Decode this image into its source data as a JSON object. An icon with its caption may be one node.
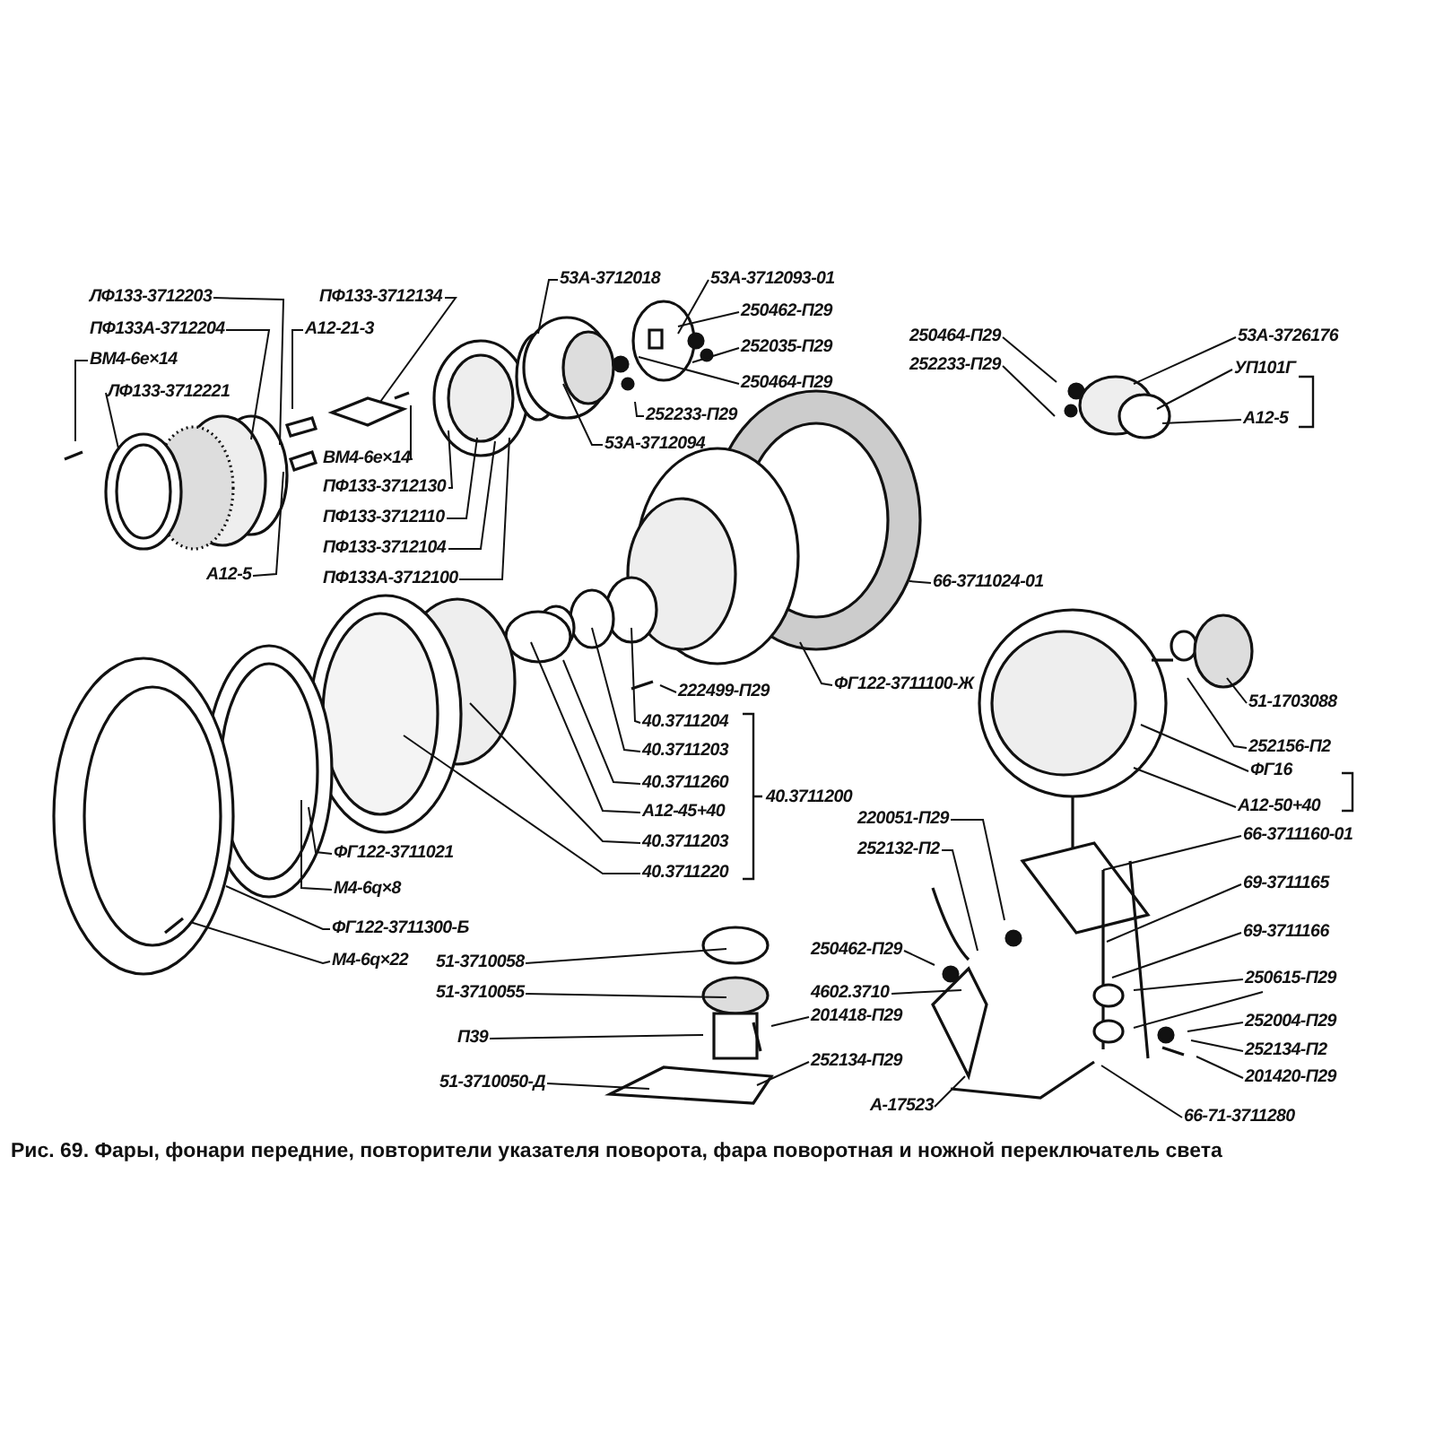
{
  "diagram": {
    "caption": "Рис. 69. Фары, фонари передние, повторители указателя поворота, фара поворотная и ножной переключатель света",
    "nodes": [
      {
        "text": [
          "ЛФ133-3712203"
        ]
      },
      {
        "text": [
          "ПФ133А-3712204"
        ]
      },
      {
        "text": [
          "ВМ4-6е×14"
        ]
      },
      {
        "text": [
          "ЛФ133-3712221"
        ]
      },
      {
        "text": [
          "А12-21-3"
        ]
      },
      {
        "text": [
          "ПФ133-3712134"
        ]
      },
      {
        "text": [
          "ВМ4-6е×14"
        ]
      },
      {
        "text": [
          "ПФ133-3712130"
        ]
      },
      {
        "text": [
          "ПФ133-3712110"
        ]
      },
      {
        "text": [
          "ПФ133-3712104"
        ]
      },
      {
        "text": [
          "ПФ133А-3712100"
        ]
      },
      {
        "text": [
          "А12-5"
        ]
      },
      {
        "text": [
          "53А-3712018"
        ]
      },
      {
        "text": [
          "53А-3712093-01"
        ]
      },
      {
        "text": [
          "250462-П29"
        ]
      },
      {
        "text": [
          "252035-П29"
        ]
      },
      {
        "text": [
          "250464-П29"
        ]
      },
      {
        "text": [
          "252233-П29"
        ]
      },
      {
        "text": [
          "53А-3712094"
        ]
      },
      {
        "text": [
          "250464-П29"
        ]
      },
      {
        "text": [
          "252233-П29"
        ]
      },
      {
        "text": [
          "53А-3726176"
        ]
      },
      {
        "text": [
          "УП101Г"
        ]
      },
      {
        "text": [
          "А12-5"
        ]
      },
      {
        "text": [
          "66-3711024-01"
        ]
      },
      {
        "text": [
          "222499-П29"
        ]
      },
      {
        "text": [
          "40.3711204"
        ]
      },
      {
        "text": [
          "40.3711203"
        ]
      },
      {
        "text": [
          "40.3711260"
        ]
      },
      {
        "text": [
          "А12-45+40"
        ]
      },
      {
        "text": [
          "40.3711203"
        ]
      },
      {
        "text": [
          "40.3711220"
        ]
      },
      {
        "text": [
          "40.3711200"
        ]
      },
      {
        "text": [
          "ФГ122-3711100-Ж"
        ]
      },
      {
        "text": [
          "ФГ122-3711021"
        ]
      },
      {
        "text": [
          "М4-6q×8"
        ]
      },
      {
        "text": [
          "ФГ122-3711300-Б"
        ]
      },
      {
        "text": [
          "М4-6q×22"
        ]
      },
      {
        "text": [
          "51-3710058"
        ]
      },
      {
        "text": [
          "51-3710055"
        ]
      },
      {
        "text": [
          "П39"
        ]
      },
      {
        "text": [
          "51-3710050-Д"
        ]
      },
      {
        "text": [
          "201418-П29"
        ]
      },
      {
        "text": [
          "252134-П29"
        ]
      },
      {
        "text": [
          "4602.3710"
        ]
      },
      {
        "text": [
          "250462-П29"
        ]
      },
      {
        "text": [
          "220051-П29"
        ]
      },
      {
        "text": [
          "252132-П2"
        ]
      },
      {
        "text": [
          "А-17523"
        ]
      },
      {
        "text": [
          "51-1703088"
        ]
      },
      {
        "text": [
          "252156-П2"
        ]
      },
      {
        "text": [
          "ФГ16"
        ]
      },
      {
        "text": [
          "А12-50+40"
        ]
      },
      {
        "text": [
          "66-3711160-01"
        ]
      },
      {
        "text": [
          "69-3711165"
        ]
      },
      {
        "text": [
          "69-3711166"
        ]
      },
      {
        "text": [
          "250615-П29"
        ]
      },
      {
        "text": [
          "252004-П29"
        ]
      },
      {
        "text": [
          "252134-П2"
        ]
      },
      {
        "text": [
          "201420-П29"
        ]
      },
      {
        "text": [
          "66-71-3711280"
        ]
      }
    ],
    "edges": [
      {
        "from": 0,
        "to": null,
        "arrow": "none"
      },
      {
        "from": 1,
        "to": null,
        "arrow": "none"
      },
      {
        "from": 2,
        "to": null,
        "arrow": "none"
      },
      {
        "from": 3,
        "to": null,
        "arrow": "none"
      },
      {
        "from": 4,
        "to": null,
        "arrow": "none"
      },
      {
        "from": 5,
        "to": null,
        "arrow": "none"
      },
      {
        "from": 6,
        "to": null,
        "arrow": "none"
      },
      {
        "from": 7,
        "to": null,
        "arrow": "none"
      },
      {
        "from": 8,
        "to": null,
        "arrow": "none"
      },
      {
        "from": 9,
        "to": null,
        "arrow": "none"
      },
      {
        "from": 10,
        "to": null,
        "arrow": "none"
      },
      {
        "from": 11,
        "to": null,
        "arrow": "none"
      },
      {
        "from": 12,
        "to": null,
        "arrow": "none"
      },
      {
        "from": 13,
        "to": null,
        "arrow": "none"
      },
      {
        "from": 14,
        "to": null,
        "arrow": "none"
      },
      {
        "from": 15,
        "to": null,
        "arrow": "none"
      },
      {
        "from": 16,
        "to": null,
        "arrow": "none"
      },
      {
        "from": 17,
        "to": null,
        "arrow": "none"
      },
      {
        "from": 18,
        "to": null,
        "arrow": "none"
      },
      {
        "from": 19,
        "to": null,
        "arrow": "none"
      },
      {
        "from": 20,
        "to": null,
        "arrow": "none"
      },
      {
        "from": 21,
        "to": null,
        "arrow": "none"
      },
      {
        "from": 22,
        "to": null,
        "arrow": "none"
      },
      {
        "from": 23,
        "to": null,
        "arrow": "none"
      },
      {
        "from": 24,
        "to": null,
        "arrow": "none"
      },
      {
        "from": 25,
        "to": null,
        "arrow": "none"
      },
      {
        "from": 26,
        "to": null,
        "arrow": "none"
      },
      {
        "from": 27,
        "to": null,
        "arrow": "none"
      },
      {
        "from": 28,
        "to": null,
        "arrow": "none"
      },
      {
        "from": 29,
        "to": null,
        "arrow": "none"
      },
      {
        "from": 30,
        "to": null,
        "arrow": "none"
      },
      {
        "from": 31,
        "to": null,
        "arrow": "none"
      },
      {
        "from": 33,
        "to": null,
        "arrow": "none"
      },
      {
        "from": 34,
        "to": null,
        "arrow": "none"
      },
      {
        "from": 35,
        "to": null,
        "arrow": "none"
      },
      {
        "from": 36,
        "to": null,
        "arrow": "none"
      },
      {
        "from": 37,
        "to": null,
        "arrow": "none"
      },
      {
        "from": 38,
        "to": null,
        "arrow": "none"
      },
      {
        "from": 39,
        "to": null,
        "arrow": "none"
      },
      {
        "from": 40,
        "to": null,
        "arrow": "none"
      },
      {
        "from": 41,
        "to": null,
        "arrow": "none"
      },
      {
        "from": 42,
        "to": null,
        "arrow": "none"
      },
      {
        "from": 43,
        "to": null,
        "arrow": "none"
      },
      {
        "from": 44,
        "to": null,
        "arrow": "none"
      },
      {
        "from": 45,
        "to": null,
        "arrow": "none"
      },
      {
        "from": 46,
        "to": null,
        "arrow": "none"
      },
      {
        "from": 47,
        "to": null,
        "arrow": "none"
      },
      {
        "from": 48,
        "to": null,
        "arrow": "none"
      },
      {
        "from": 49,
        "to": null,
        "arrow": "none"
      },
      {
        "from": 50,
        "to": null,
        "arrow": "none"
      },
      {
        "from": 51,
        "to": null,
        "arrow": "none"
      },
      {
        "from": 52,
        "to": null,
        "arrow": "none"
      },
      {
        "from": 53,
        "to": null,
        "arrow": "none"
      },
      {
        "from": 54,
        "to": null,
        "arrow": "none"
      },
      {
        "from": 55,
        "to": null,
        "arrow": "none"
      },
      {
        "from": 56,
        "to": null,
        "arrow": "none"
      },
      {
        "from": 57,
        "to": null,
        "arrow": "none"
      },
      {
        "from": 58,
        "to": null,
        "arrow": "none"
      },
      {
        "from": 59,
        "to": null,
        "arrow": "none"
      },
      {
        "from": 60,
        "to": null,
        "arrow": "none"
      },
      {
        "from": 56,
        "to": null,
        "arrow": "none"
      }
    ]
  }
}
